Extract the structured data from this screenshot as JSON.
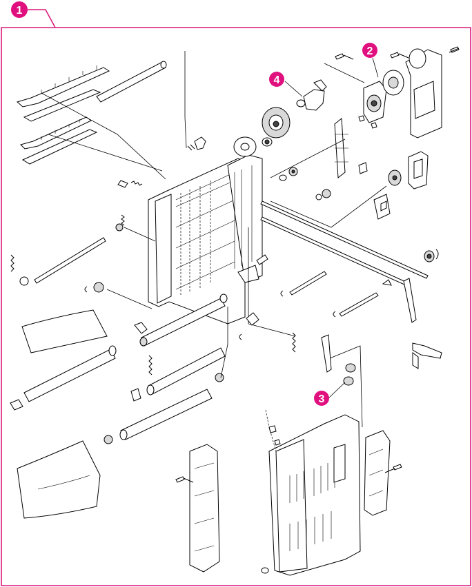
{
  "diagram": {
    "callouts": [
      {
        "id": "callout-1",
        "label": "1"
      },
      {
        "id": "callout-2",
        "label": "2"
      },
      {
        "id": "callout-3",
        "label": "3"
      },
      {
        "id": "callout-4",
        "label": "4"
      }
    ],
    "colors": {
      "accent": "#e0107f",
      "frame": "#d81a7a",
      "line": "#000000",
      "shade": "#d9d9d9"
    }
  }
}
